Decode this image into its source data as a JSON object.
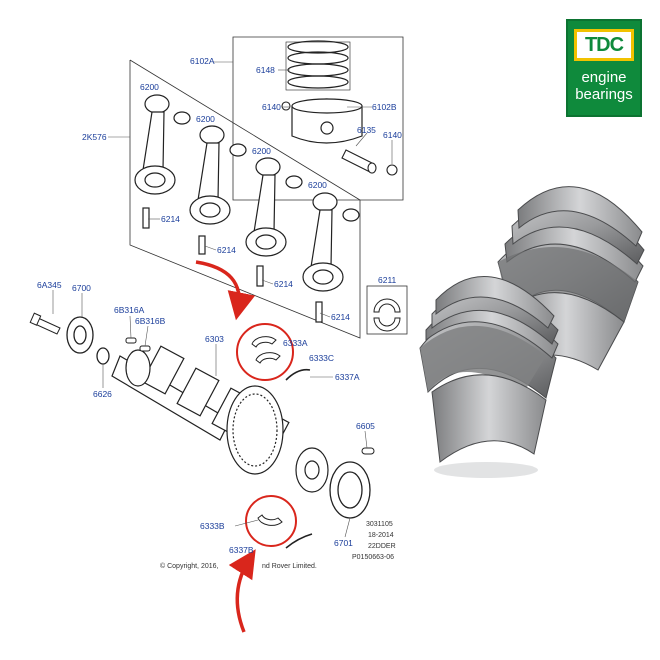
{
  "logo": {
    "mark": "TDC",
    "line1": "engine",
    "line2": "bearings",
    "colors": {
      "green": "#0f8a3c",
      "yellow": "#f2c200",
      "white": "#ffffff"
    }
  },
  "parts": {
    "p6102A": "6102A",
    "p6148": "6148",
    "p6140a": "6140",
    "p6102B": "6102B",
    "p6135": "6135",
    "p6140b": "6140",
    "p2K576": "2K576",
    "p6200a": "6200",
    "p6200b": "6200",
    "p6200c": "6200",
    "p6200d": "6200",
    "p6214a": "6214",
    "p6214b": "6214",
    "p6214c": "6214",
    "p6214d": "6214",
    "p6211": "6211",
    "p6A345": "6A345",
    "p6700": "6700",
    "p6B316A": "6B316A",
    "p6B316B": "6B316B",
    "p6303": "6303",
    "p6333A": "6333A",
    "p6333C": "6333C",
    "p6337A": "6337A",
    "p6626": "6626",
    "p6605": "6605",
    "p6333B": "6333B",
    "p6337B": "6337B",
    "p6701": "6701"
  },
  "footer": {
    "copyright": "© Copyright, 2016,",
    "copyright_tail": "nd Rover Limited.",
    "ref1": "3031105",
    "ref2": "18-2014",
    "ref3": "22DDER",
    "ref4": "P0150663-06"
  },
  "highlight_color": "#d9261c",
  "label_color": "#1a3d9a"
}
